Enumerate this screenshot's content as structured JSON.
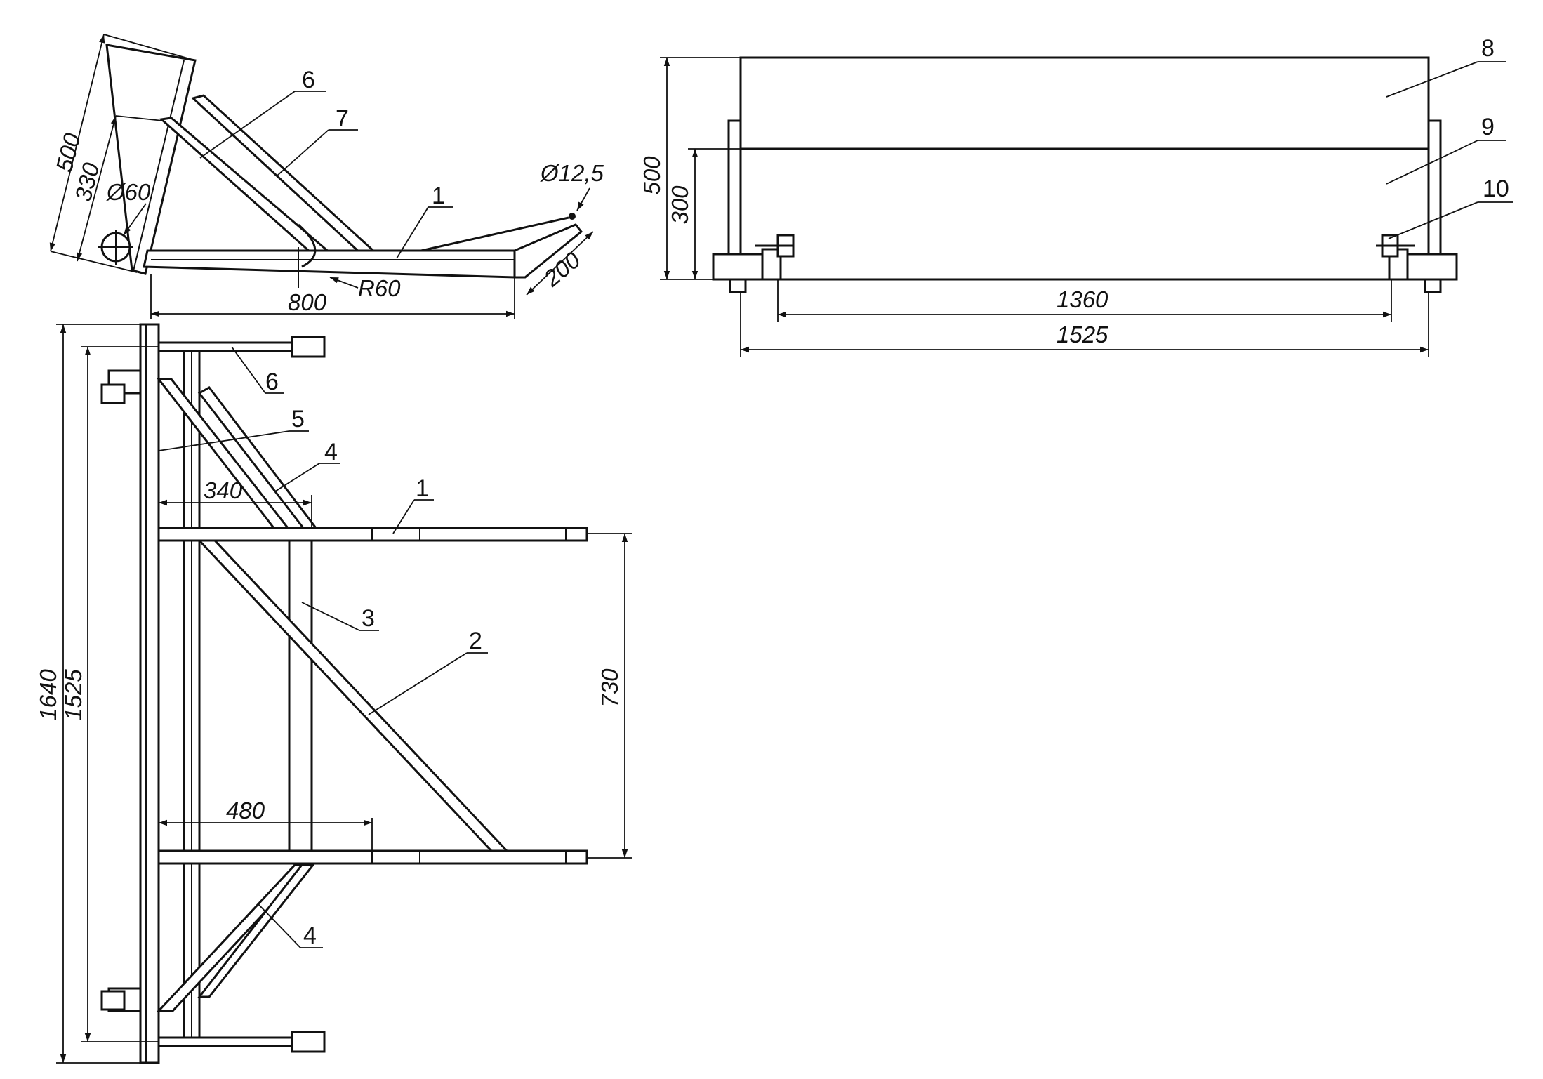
{
  "side_view": {
    "dims": {
      "d500": "500",
      "d330": "330",
      "d60": "Ø60",
      "d12": "Ø12,5",
      "d200": "200",
      "r60": "R60",
      "d800": "800"
    },
    "parts": {
      "p6": "6",
      "p7": "7",
      "p1": "1"
    }
  },
  "plan_view": {
    "dims": {
      "d1640": "1640",
      "d1525": "1525",
      "d340": "340",
      "d480": "480",
      "d730": "730"
    },
    "parts": {
      "p6": "6",
      "p5": "5",
      "p4a": "4",
      "p1": "1",
      "p3": "3",
      "p2": "2",
      "p4b": "4"
    }
  },
  "front_view": {
    "dims": {
      "d500": "500",
      "d300": "300",
      "d1360": "1360",
      "d1525": "1525"
    },
    "parts": {
      "p8": "8",
      "p9": "9",
      "p10": "10"
    }
  }
}
